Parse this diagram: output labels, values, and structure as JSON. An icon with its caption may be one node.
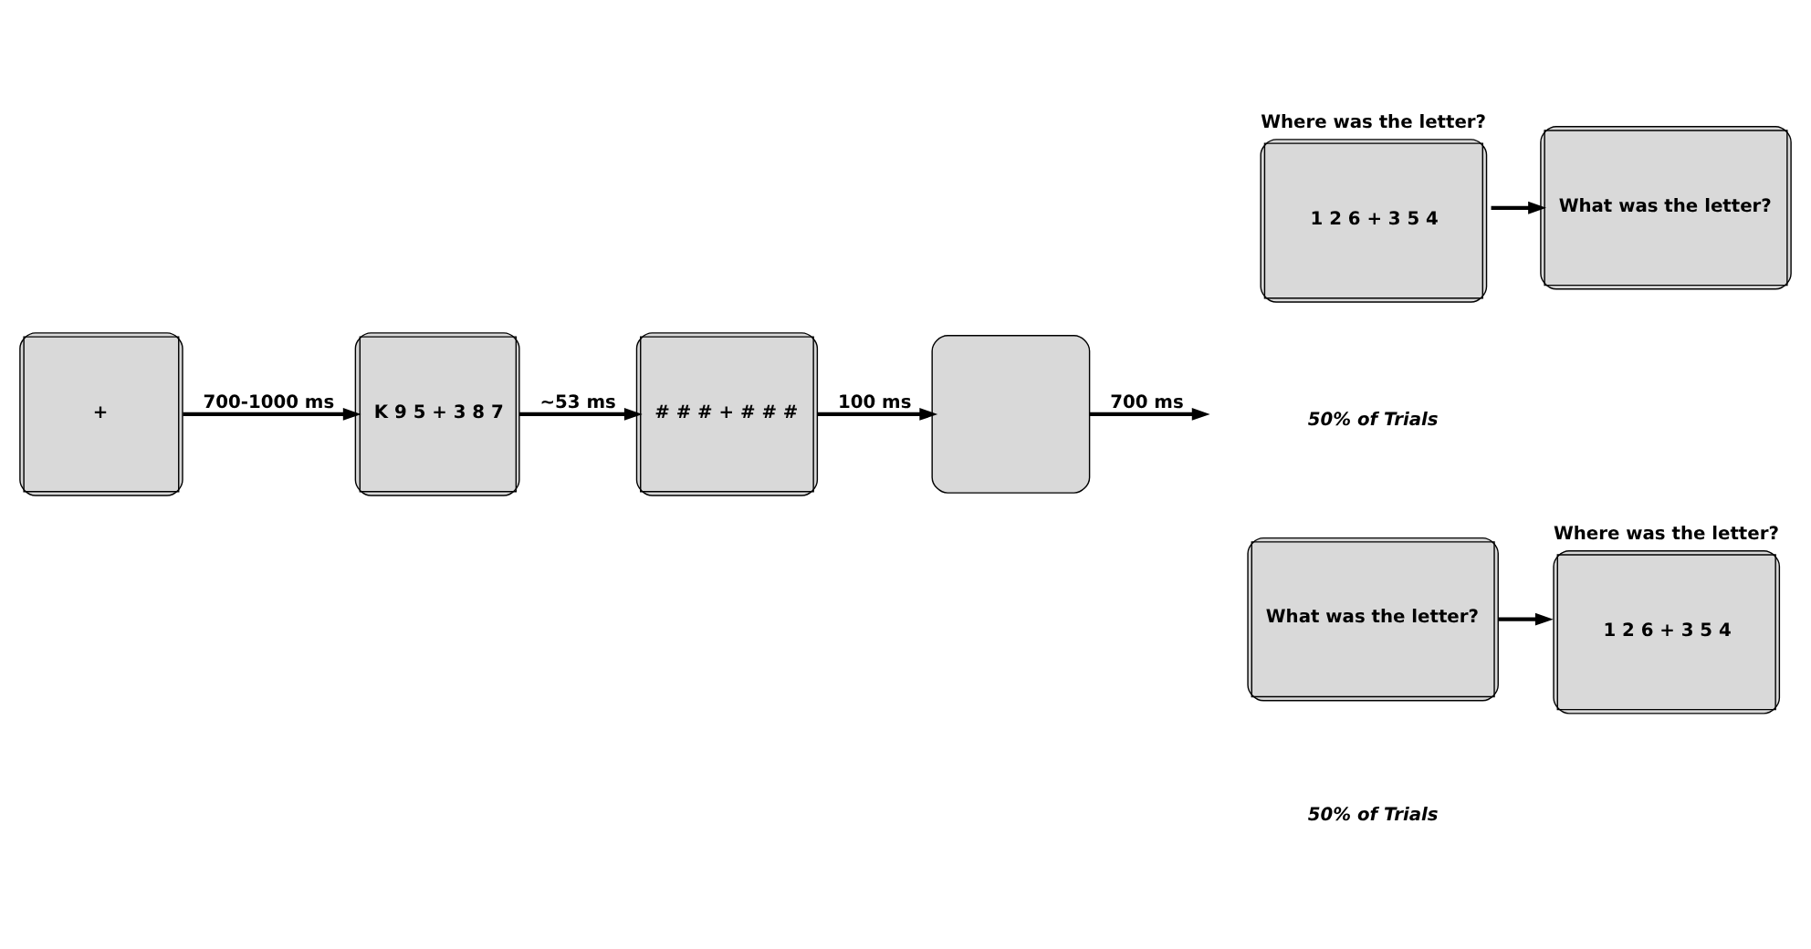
{
  "diagram": {
    "nodes": [
      {
        "text": [
          "+"
        ]
      },
      {
        "text": [
          "K 9 5 + 3 8 7"
        ]
      },
      {
        "text": [
          "# # # + # # #"
        ]
      },
      {
        "text": [],
        "shape": "box"
      },
      {
        "text": [
          "Where was the letter?",
          "1 2 6 + 3 5 4"
        ]
      },
      {
        "text": [
          "What was the letter?"
        ]
      },
      {
        "text": [
          "What was the letter?"
        ]
      },
      {
        "text": [
          "Where was the letter?",
          "1 2 6 + 3 5 4"
        ]
      }
    ],
    "edges": [
      {
        "from": 0,
        "to": 1,
        "arrow": "to",
        "label": "700-1000 ms"
      },
      {
        "from": 1,
        "to": 2,
        "arrow": "to",
        "label": "~53 ms"
      },
      {
        "from": 2,
        "to": 3,
        "arrow": "to",
        "label": "100 ms"
      },
      {
        "from": 3,
        "to": null,
        "arrow": "to",
        "label": "700 ms"
      },
      {
        "from": 4,
        "to": 5,
        "arrow": "to"
      },
      {
        "from": 6,
        "to": 7,
        "arrow": "to"
      }
    ],
    "labels": [
      "50% of Trials",
      "50% of Trials"
    ]
  }
}
